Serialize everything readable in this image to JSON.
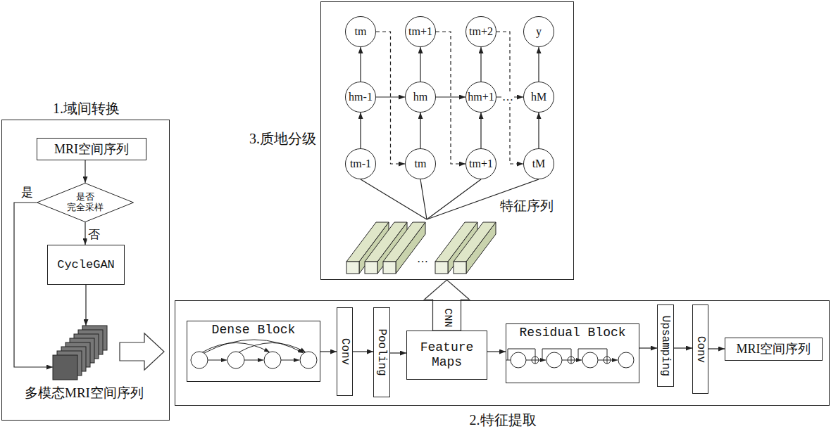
{
  "diagram": {
    "nodes": [
      {
        "text": [
          "1.域间转换"
        ]
      },
      {
        "text": [
          "MRI空间序列"
        ],
        "in": 0
      },
      {
        "text": [
          "是否 完全采样"
        ],
        "in": 0
      },
      {
        "text": [
          "CycleGAN"
        ],
        "in": 0
      },
      {
        "text": [
          "多模态MRI空间序列"
        ],
        "in": 0
      },
      {
        "text": [
          "2.特征提取"
        ]
      },
      {
        "text": [
          "Dense Block"
        ],
        "in": 5
      },
      {
        "text": [
          "Conv"
        ],
        "in": 5
      },
      {
        "text": [
          "Pooling"
        ],
        "in": 5
      },
      {
        "text": [
          "Feature Maps"
        ],
        "in": 5
      },
      {
        "text": [
          "Residual Block"
        ],
        "in": 5
      },
      {
        "text": [
          "Upsamping"
        ],
        "in": 5
      },
      {
        "text": [
          "Conv"
        ],
        "in": 5
      },
      {
        "text": [
          "MRI空间序列"
        ],
        "in": 5
      },
      {
        "text": [
          "3.质地分级"
        ]
      },
      {
        "text": [
          "tm"
        ],
        "in": 14
      },
      {
        "text": [
          "tm+1"
        ],
        "in": 14
      },
      {
        "text": [
          "tm+2"
        ],
        "in": 14
      },
      {
        "text": [
          "y"
        ],
        "in": 14
      },
      {
        "text": [
          "hm-1"
        ],
        "in": 14
      },
      {
        "text": [
          "hm"
        ],
        "in": 14
      },
      {
        "text": [
          "hm+1"
        ],
        "in": 14
      },
      {
        "text": [
          "hM"
        ],
        "in": 14
      },
      {
        "text": [
          "tm-1"
        ],
        "in": 14
      },
      {
        "text": [
          "tm"
        ],
        "in": 14
      },
      {
        "text": [
          "tm+1"
        ],
        "in": 14
      },
      {
        "text": [
          "tM"
        ],
        "in": 14
      },
      {
        "text": [
          "特征序列"
        ],
        "in": 14
      }
    ],
    "edges": [
      {
        "from": 1,
        "to": 2,
        "arrow": "to"
      },
      {
        "from": 2,
        "to": 3,
        "label": "否",
        "arrow": "to"
      },
      {
        "from": 2,
        "to": 4,
        "label": "是",
        "arrow": "to"
      },
      {
        "from": 3,
        "to": 4,
        "arrow": "to"
      },
      {
        "from": 6,
        "to": 7,
        "arrow": "to"
      },
      {
        "from": 7,
        "to": 8,
        "arrow": "to"
      },
      {
        "from": 8,
        "to": 9,
        "arrow": "to"
      },
      {
        "from": 9,
        "to": 10,
        "arrow": "to"
      },
      {
        "from": 10,
        "to": 11,
        "arrow": "to"
      },
      {
        "from": 11,
        "to": 12,
        "arrow": "to"
      },
      {
        "from": 12,
        "to": 13,
        "arrow": "to"
      },
      {
        "from": 9,
        "to": 14,
        "label": "CNN",
        "arrow": "to"
      },
      {
        "from": 23,
        "to": 19,
        "arrow": "to"
      },
      {
        "from": 24,
        "to": 20,
        "arrow": "to"
      },
      {
        "from": 25,
        "to": 21,
        "arrow": "to"
      },
      {
        "from": 26,
        "to": 22,
        "arrow": "to"
      },
      {
        "from": 19,
        "to": 15,
        "arrow": "to"
      },
      {
        "from": 20,
        "to": 16,
        "arrow": "to"
      },
      {
        "from": 21,
        "to": 17,
        "arrow": "to"
      },
      {
        "from": 22,
        "to": 18,
        "arrow": "to"
      },
      {
        "from": 19,
        "to": 20,
        "arrow": "to"
      },
      {
        "from": 20,
        "to": 21,
        "arrow": "to"
      },
      {
        "from": 21,
        "to": 22,
        "label": "…",
        "arrow": "to"
      },
      {
        "from": 15,
        "to": 24,
        "arrow": "to"
      },
      {
        "from": 16,
        "to": 25,
        "arrow": "to"
      },
      {
        "from": 17,
        "to": 26,
        "arrow": "to"
      },
      {
        "from": 27,
        "to": 23,
        "arrow": "none"
      },
      {
        "from": 27,
        "to": 24,
        "arrow": "none"
      },
      {
        "from": 27,
        "to": 25,
        "arrow": "none"
      },
      {
        "from": 27,
        "to": 26,
        "arrow": "none"
      }
    ],
    "labels": [
      "…"
    ]
  }
}
